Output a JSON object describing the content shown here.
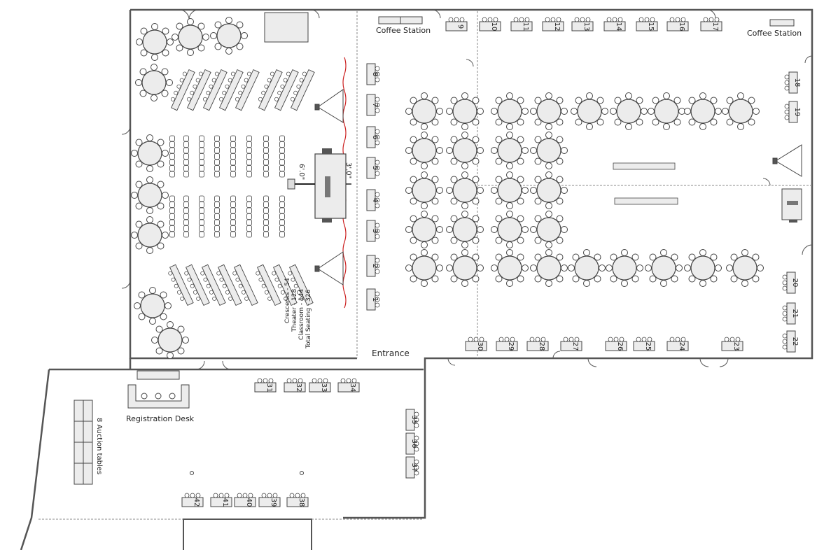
{
  "labels": {
    "coffee_station_left": "Coffee Station",
    "coffee_station_right": "Coffee Station",
    "entrance": "Entrance",
    "registration_desk": "Registration Desk",
    "auction_tables": "8 Auction tables",
    "stage_dim_vertical": "3'.0\"",
    "stage_dim_horizontal": "6'.0\"",
    "seating_summary": [
      "Total Seating - 326",
      "Classroom - 144",
      "Theater - 128",
      "Crescents - 54"
    ]
  },
  "exhibit_tables": {
    "left_column": [
      "8",
      "7",
      "6",
      "5",
      "4",
      "3",
      "2",
      "1"
    ],
    "top_row": [
      "9",
      "10",
      "11",
      "12",
      "13",
      "14",
      "15",
      "16",
      "17"
    ],
    "right_column_top": [
      "18",
      "19"
    ],
    "right_column_bottom": [
      "20",
      "21",
      "22"
    ],
    "bottom_row": [
      "30",
      "29",
      "28",
      "27",
      "26",
      "25",
      "24",
      "23"
    ],
    "foyer_top": [
      "31",
      "32",
      "33",
      "34"
    ],
    "foyer_right": [
      "35",
      "36",
      "37"
    ],
    "foyer_bottom": [
      "42",
      "41",
      "40",
      "39",
      "38"
    ]
  },
  "colors": {
    "wall": "#555555",
    "furniture_fill": "#ececec",
    "furniture_stroke": "#444444",
    "partition_line": "#888888",
    "air_wall": "#cc2222"
  },
  "icons": [
    "round-table-icon",
    "chair-icon",
    "projector-screen-icon",
    "stage-icon",
    "door-icon",
    "six-top-table-icon"
  ]
}
